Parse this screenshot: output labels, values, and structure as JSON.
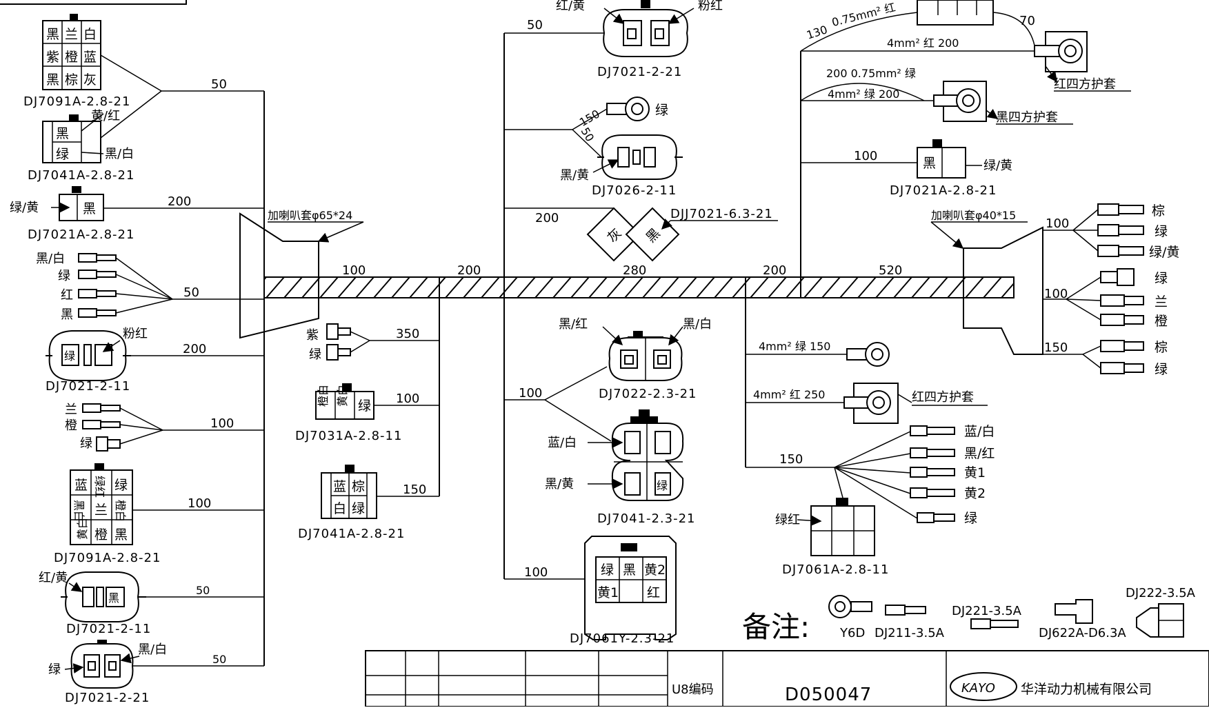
{
  "dims": {
    "d_50_top_left": "50",
    "d_200_left": "200",
    "d_50_left_mid": "50",
    "d_200_pink": "200",
    "d_100_lanorange": "100",
    "d_100_7091b": "100",
    "d_50_7021_11b": "50",
    "d_50_7021_21b": "50",
    "d_100_trunk1": "100",
    "d_200_trunk2": "200",
    "d_280_trunk3": "280",
    "d_200_trunk4": "200",
    "d_520_trunk5": "520",
    "d_350_purple": "350",
    "d_100_7031": "100",
    "d_150_7041b": "150",
    "d_50_top_mid": "50",
    "d_150_ring_a": "150",
    "d_50_ring_b": "50",
    "d_200_djj": "200",
    "d_100_7022": "100",
    "d_100_7061y": "100",
    "d_130": "130",
    "d_075_red": "0.75mm² 红",
    "d_70": "70",
    "d_4mm_red_200": "4mm² 红 200",
    "d_200_075_green": "200  0.75mm² 绿",
    "d_4mm_green_200": "4mm²  绿  200",
    "d_100_7021a_right": "100",
    "d_100_right_top": "100",
    "d_100_right_mid": "100",
    "d_150_right_bot": "150",
    "d_4mm_green_150": "4mm²  绿  150",
    "d_4mm_red_250": "4mm²  红  250",
    "d_150_7061a": "150"
  },
  "connectors": {
    "c1": {
      "name": "DJ7091A-2.8-21",
      "cells": [
        "黑",
        "兰",
        "白",
        "紫",
        "橙",
        "蓝",
        "黑",
        "棕",
        "灰"
      ]
    },
    "c2": {
      "name": "DJ7041A-2.8-21",
      "wire_a": "黄/红",
      "wire_b": "黑/白",
      "cells": [
        "黑",
        "绿"
      ]
    },
    "c3": {
      "name": "DJ7021A-2.8-21",
      "wire": "绿/黄",
      "cell": "黑"
    },
    "c4": {
      "pins": [
        "黑/白",
        "绿",
        "红",
        "黑"
      ]
    },
    "c5": {
      "name": "DJ7021-2-11",
      "wire": "粉红",
      "cell": "绿"
    },
    "c6": {
      "pins": [
        "兰",
        "橙",
        "绿"
      ]
    },
    "c7": {
      "name": "DJ7091A-2.8-21",
      "cells": [
        "蓝",
        "绿红",
        "绿",
        "黑白",
        "兰",
        "橙白",
        "黄白",
        "橙",
        "黑"
      ]
    },
    "c8": {
      "name": "DJ7021-2-11",
      "wire": "红/黄",
      "cell": "黑"
    },
    "c9": {
      "name": "DJ7021-2-21",
      "wire_a": "黑/白",
      "wire_b": "绿"
    },
    "c10": {
      "pins": [
        "紫",
        "绿"
      ]
    },
    "c11": {
      "name": "DJ7031A-2.8-11",
      "cells": [
        "橙白",
        "黄白",
        "绿"
      ]
    },
    "c12": {
      "name": "DJ7041A-2.8-21",
      "cells": [
        "蓝",
        "棕",
        "白",
        "绿"
      ]
    },
    "c13": {
      "name": "DJ7021-2-21",
      "wire_a": "红/黄",
      "wire_b": "粉红"
    },
    "c14": {
      "name": "DJ7026-2-11",
      "ring_wire": "绿",
      "wire": "黑/黄"
    },
    "c15": {
      "name": "DJJ7021-6.3-21",
      "cells": [
        "灰",
        "黑"
      ]
    },
    "c16": {
      "name": "DJ7022-2.3-21",
      "wire_a": "黑/红",
      "wire_b": "黑/白"
    },
    "c17": {
      "name": "DJ7041-2.3-21",
      "wire_a": "蓝/白",
      "wire_b": "黑/黄",
      "cell": "绿"
    },
    "c18": {
      "name": "DJ7061Y-2.3-21",
      "cells": [
        "绿",
        "黑",
        "黄2",
        "黄1",
        "",
        "红"
      ]
    },
    "c19": {
      "sleeve": "红四方护套"
    },
    "c20": {
      "sleeve": "黑四方护套"
    },
    "c21": {
      "name": "DJ7021A-2.8-21",
      "wire": "绿/黄",
      "cell": "黑"
    },
    "c22": {
      "pins": [
        "棕",
        "绿",
        "绿/黄"
      ]
    },
    "c23": {
      "pins": [
        "绿",
        "兰",
        "橙"
      ]
    },
    "c24": {
      "pins": [
        "棕",
        "绿"
      ]
    },
    "c25": {
      "sleeve": "红四方护套"
    },
    "c26": {
      "pins": [
        "蓝/白",
        "黑/红",
        "黄1",
        "黄2",
        "绿"
      ]
    },
    "c27": {
      "name": "DJ7061A-2.8-11",
      "wire": "绿红"
    }
  },
  "sleeves": {
    "left": "加喇叭套φ65*24",
    "right": "加喇叭套φ40*15"
  },
  "legend": {
    "title": "备注:",
    "y6d": "Y6D",
    "dj211": "DJ211-3.5A",
    "dj221": "DJ221-3.5A",
    "dj622": "DJ622A-D6.3A",
    "dj222": "DJ222-3.5A"
  },
  "title_block": {
    "u8_label": "U8编码",
    "code": "D050047",
    "brand_logo": "KAYO",
    "company": "华洋动力机械有限公司"
  }
}
